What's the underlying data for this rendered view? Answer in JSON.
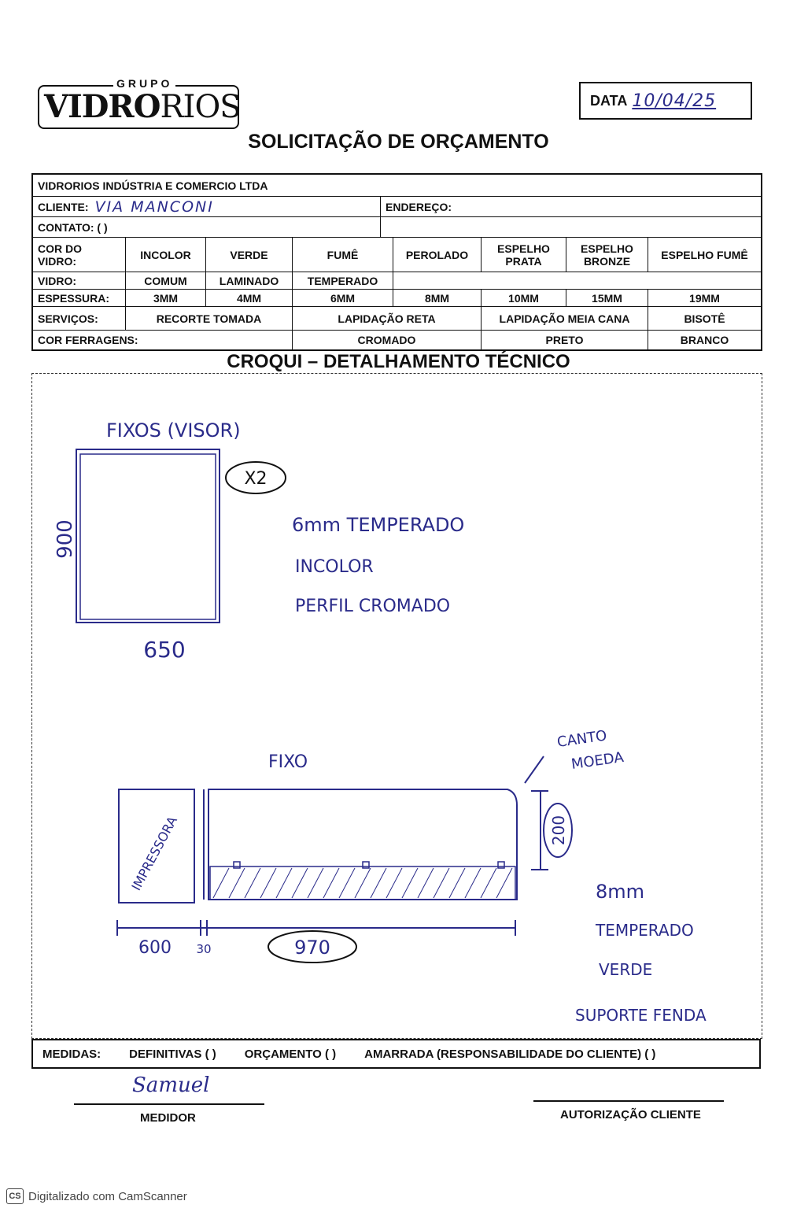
{
  "header": {
    "logo_group": "GRUPO",
    "logo_name_bold": "VIDRO",
    "logo_name_thin": "RIOS",
    "date_label": "DATA",
    "date_value": "10/04/25",
    "title": "SOLICITAÇÃO DE ORÇAMENTO"
  },
  "form": {
    "company": "VIDRORIOS INDÚSTRIA E COMERCIO LTDA",
    "cliente_label": "CLIENTE:",
    "cliente_value": "VIA MANCONI",
    "endereco_label": "ENDEREÇO:",
    "contato_label": "CONTATO: (  )",
    "cor_label": "COR DO VIDRO:",
    "cor_options": [
      "INCOLOR",
      "VERDE",
      "FUMÊ",
      "PEROLADO",
      "ESPELHO PRATA",
      "ESPELHO BRONZE",
      "ESPELHO FUMÊ"
    ],
    "vidro_label": "VIDRO:",
    "vidro_options": [
      "COMUM",
      "LAMINADO",
      "TEMPERADO"
    ],
    "espessura_label": "ESPESSURA:",
    "espessura_options": [
      "3MM",
      "4MM",
      "6MM",
      "8MM",
      "10MM",
      "15MM",
      "19MM"
    ],
    "servicos_label": "SERVIÇOS:",
    "servicos_options": [
      "RECORTE TOMADA",
      "LAPIDAÇÃO RETA",
      "LAPIDAÇÃO MEIA CANA",
      "BISOTÊ"
    ],
    "ferragens_label": "COR FERRAGENS:",
    "ferragens_options": [
      "CROMADO",
      "PRETO",
      "BRANCO"
    ]
  },
  "croqui": {
    "title": "CROQUI – DETALHAMENTO TÉCNICO",
    "sketch1": {
      "label": "FIXOS (VISOR)",
      "quantity": "X2",
      "height": "900",
      "width": "650",
      "note1": "6mm TEMPERADO",
      "note2": "INCOLOR",
      "note3": "PERFIL CROMADO"
    },
    "sketch2": {
      "label": "FIXO",
      "corner_note_1": "CANTO",
      "corner_note_2": "MOEDA",
      "height": "200",
      "printer_label": "IMPRESSORA",
      "dim_printer": "600",
      "dim_gap": "30",
      "dim_glass": "970",
      "note1": "8mm",
      "note2": "TEMPERADO",
      "note3": "VERDE",
      "note4": "SUPORTE FENDA"
    }
  },
  "medidas": {
    "label": "MEDIDAS:",
    "definitivas": "DEFINITIVAS (  )",
    "orcamento": "ORÇAMENTO (  )",
    "amarrada": "AMARRADA (RESPONSABILIDADE DO CLIENTE) (  )"
  },
  "signatures": {
    "medidor_signature": "Samuel",
    "medidor_label": "MEDIDOR",
    "cliente_label": "AUTORIZAÇÃO CLIENTE"
  },
  "footer": {
    "badge": "CS",
    "text": "Digitalizado com CamScanner"
  }
}
